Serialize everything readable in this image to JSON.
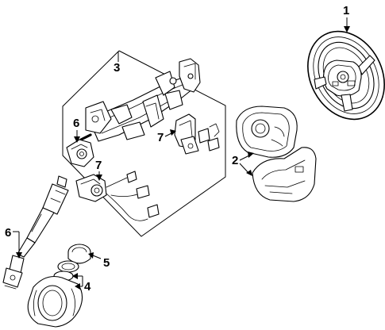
{
  "callouts": {
    "c1": "1",
    "c2": "2",
    "c3": "3",
    "c4": "4",
    "c5": "5",
    "c6a": "6",
    "c6b": "6",
    "c7a": "7",
    "c7b": "7"
  }
}
